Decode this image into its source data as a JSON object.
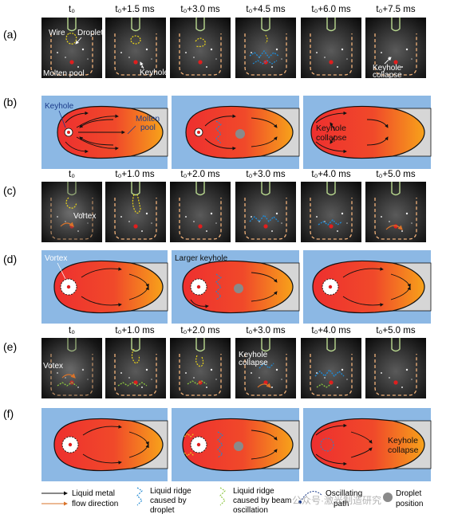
{
  "panels": {
    "a": {
      "label": "(a)",
      "times": [
        "t₀",
        "t₀+1.5 ms",
        "t₀+3.0 ms",
        "t₀+4.5 ms",
        "t₀+6.0 ms",
        "t₀+7.5 ms"
      ],
      "annotations": {
        "wire": "Wire",
        "droplet": "Droplet",
        "molten_pool": "Molten pool",
        "keyhole": "Keyhole",
        "keyhole_collapse_l1": "Keyhole",
        "keyhole_collapse_l2": "collapse"
      }
    },
    "b": {
      "label": "(b)",
      "annotations": {
        "keyhole": "Keyhole",
        "molten_l1": "Molten",
        "molten_l2": "pool",
        "collapse_l1": "Keyhole",
        "collapse_l2": "collapse"
      }
    },
    "c": {
      "label": "(c)",
      "times": [
        "t₀",
        "t₀+1.0 ms",
        "t₀+2.0 ms",
        "t₀+3.0 ms",
        "t₀+4.0 ms",
        "t₀+5.0 ms"
      ],
      "annotations": {
        "vortex": "Vortex"
      }
    },
    "d": {
      "label": "(d)",
      "annotations": {
        "vortex": "Vortex",
        "larger_keyhole": "Larger keyhole"
      }
    },
    "e": {
      "label": "(e)",
      "times": [
        "t₀",
        "t₀+1.0 ms",
        "t₀+2.0 ms",
        "t₀+3.0 ms",
        "t₀+4.0 ms",
        "t₀+5.0 ms"
      ],
      "annotations": {
        "vortex": "Votex",
        "collapse_l1": "Keyhole",
        "collapse_l2": "collapse"
      }
    },
    "f": {
      "label": "(f)",
      "annotations": {
        "collapse_l1": "Keyhole",
        "collapse_l2": "collapse"
      }
    }
  },
  "legend": {
    "flow_l1": "Liquid metal",
    "flow_l2": "flow direction",
    "ridge_droplet_l1": "Liquid ridge",
    "ridge_droplet_l2": "caused by",
    "ridge_droplet_l3": "droplet",
    "ridge_beam_l1": "Liquid ridge",
    "ridge_beam_l2": "caused by beam",
    "ridge_beam_l3": "oscillation",
    "osc_l1": "Oscillating",
    "osc_l2": "path",
    "droplet_l1": "Droplet",
    "droplet_l2": "position"
  },
  "watermark": "公众号·激光制造研究",
  "colors": {
    "substrate_blue": "#8cb8e4",
    "groove_gray": "#d6d6d6",
    "pool_red": "#ee2f2f",
    "pool_orange": "#f7a21a",
    "ridge_blue": "#1e88d2",
    "ridge_yellow": "#e8d21a",
    "ridge_green": "#8cc63f",
    "arrow_orange": "#d9732a",
    "mold_outline": "#f2b27a"
  }
}
